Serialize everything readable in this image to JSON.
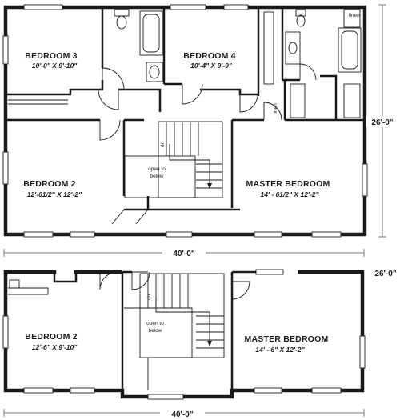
{
  "upper_plan": {
    "bedroom3": {
      "name": "BEDROOM 3",
      "size": "10'-0\" X 9'-10\""
    },
    "bedroom4": {
      "name": "BEDROOM 4",
      "size": "10'-4\" X 9'-9\""
    },
    "bedroom2": {
      "name": "BEDROOM 2",
      "size": "12'-61/2\" X 12'-2\""
    },
    "master": {
      "name": "MASTER BEDROOM",
      "size": "14' - 61/2\" X 12'-2\""
    },
    "open_to_below": [
      "open to",
      "below"
    ],
    "linen_closet": "linen",
    "linen_closet_2": "linen",
    "stair_dn": "dn",
    "width": "40'-0\"",
    "depth": "26'-0\""
  },
  "lower_plan": {
    "bedroom2": {
      "name": "BEDROOM 2",
      "size": "12'-6\" X 9'-10\""
    },
    "master": {
      "name": "MASTER BEDROOM",
      "size": "14' - 6\" X 12'-2\""
    },
    "open_to_below": [
      "open to",
      "below"
    ],
    "stair_dn": "dn",
    "width": "40'-0\"",
    "depth": "26'-0\""
  }
}
